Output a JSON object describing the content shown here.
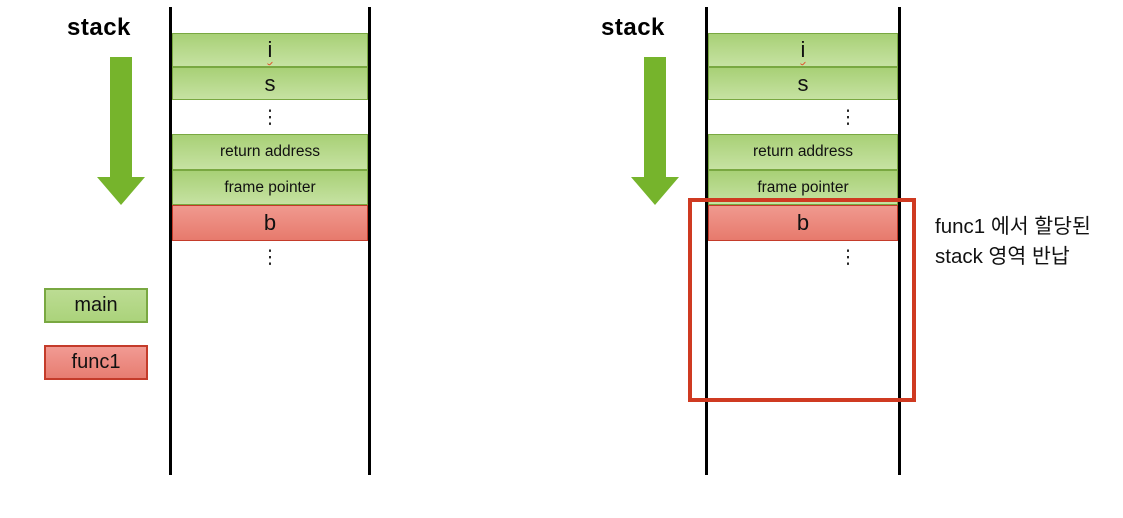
{
  "diagram": {
    "left": {
      "title": "stack",
      "legend": [
        {
          "label": "main"
        },
        {
          "label": "func1"
        }
      ]
    },
    "right": {
      "title": "stack",
      "annotation": {
        "line1": "func1 에서 할당된",
        "line2": "stack 영역 반납"
      }
    },
    "cells": [
      {
        "label": "i"
      },
      {
        "label": "s"
      },
      {
        "label": "⋮"
      },
      {
        "label": "return address"
      },
      {
        "label": "frame pointer"
      },
      {
        "label": "b"
      },
      {
        "label": "⋮"
      }
    ],
    "colors": {
      "cell_green_border": "#79a841",
      "cell_green_top": "#a8d076",
      "cell_green_bottom": "#c6e2a2",
      "cell_red_border": "#c43b2a",
      "cell_red_top": "#f0998f",
      "cell_red_bottom": "#e77a6d",
      "arrow_green": "#76b42c",
      "highlight_box_red": "#cf3a21",
      "column_line_black": "#000000"
    }
  }
}
